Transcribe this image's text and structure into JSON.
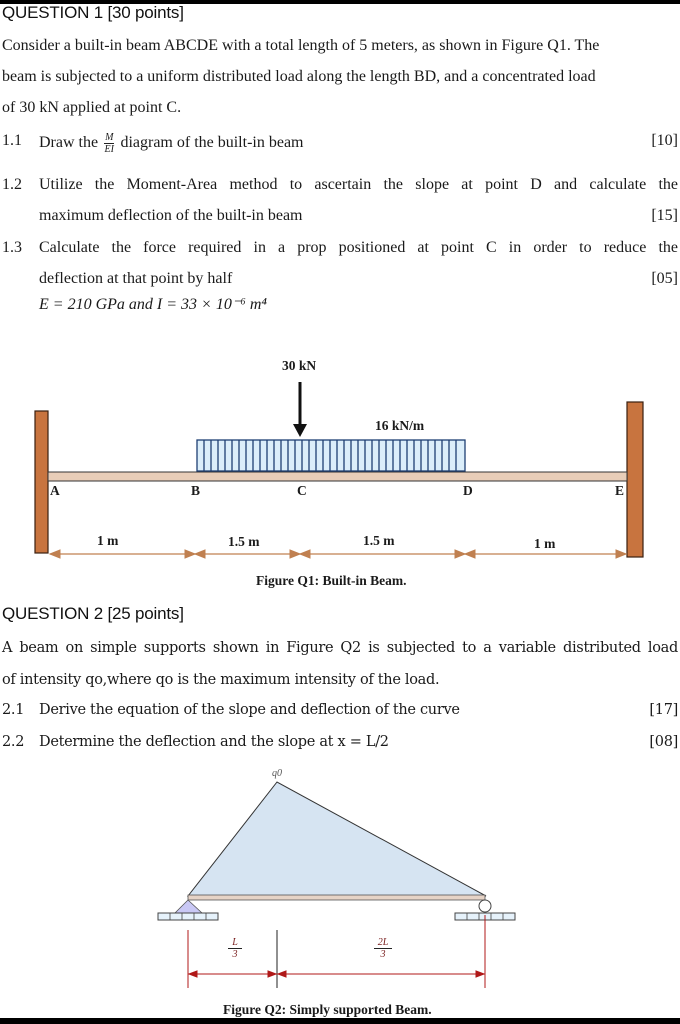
{
  "question1": {
    "heading": "QUESTION 1 [30 points]",
    "intro_lines": [
      "Consider a built-in beam ABCDE with a total length of 5 meters, as shown in Figure Q1. The",
      "beam is subjected to a uniform distributed load along the length BD, and a concentrated load",
      "of 30 kN applied at point C."
    ],
    "items": [
      {
        "num": "1.1",
        "text_before": "Draw the",
        "frac_num": "M",
        "frac_den": "EI",
        "text_after": "diagram of the built-in beam",
        "marks": "[10]"
      },
      {
        "num": "1.2",
        "line1": "Utilize the Moment-Area method to ascertain the slope at point D and calculate the",
        "line2": "maximum deflection of the built-in beam",
        "marks": "[15]"
      },
      {
        "num": "1.3",
        "line1": "Calculate the force required in a prop positioned at point C in order to reduce the",
        "line2": "deflection at that point by half",
        "marks": "[05]"
      }
    ],
    "given": "E = 210 GPa and I = 33 × 10⁻⁶ m⁴",
    "figure": {
      "point_load": "30 kN",
      "udl": "16 kN/m",
      "points": [
        "A",
        "B",
        "C",
        "D",
        "E"
      ],
      "spans": [
        "1 m",
        "1.5 m",
        "1.5 m",
        "1 m"
      ],
      "caption": "Figure Q1: Built-in Beam.",
      "colors": {
        "wall": "#c8743f",
        "beam": "#e8cdb8",
        "udl_fill": "#dbeefa",
        "udl_stroke": "#1e3f73",
        "dim": "#c08050"
      }
    }
  },
  "question2": {
    "heading": "QUESTION 2 [25 points]",
    "intro_lines": [
      "A beam on simple supports shown in Figure Q2 is subjected to a variable distributed load",
      "of intensity qo,where qo is the maximum intensity of the load."
    ],
    "items": [
      {
        "num": "2.1",
        "text": "Derive the equation of the slope and deflection of the curve",
        "marks": "[17]"
      },
      {
        "num": "2.2",
        "text": "Determine the deflection and the slope at x = L/2",
        "marks": "[08]"
      }
    ],
    "figure": {
      "peak_label": "q0",
      "dim_left_num": "L",
      "dim_left_den": "3",
      "dim_right_num": "2L",
      "dim_right_den": "3",
      "caption": "Figure Q2: Simply supported Beam.",
      "colors": {
        "load_fill": "#d6e4f2",
        "pin_fill": "#c9c8f5",
        "dim": "#b01818"
      }
    }
  }
}
